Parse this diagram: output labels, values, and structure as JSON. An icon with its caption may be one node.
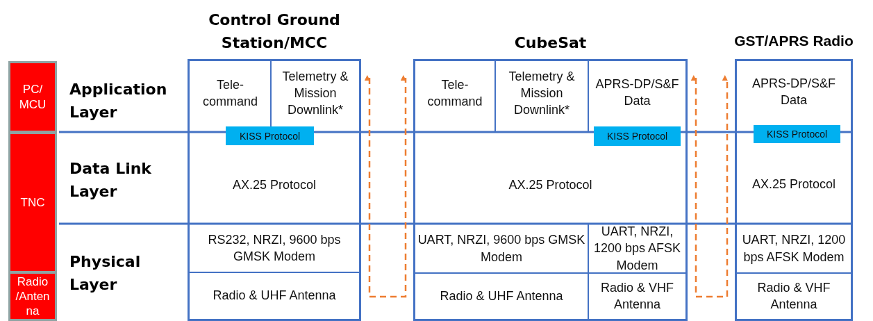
{
  "diagram": {
    "nodes": [
      {
        "text": [
          "PC/ MCU"
        ]
      },
      {
        "text": [
          "TNC"
        ]
      },
      {
        "text": [
          "Radio /Antenna"
        ]
      },
      {
        "text": [
          "Control Ground Station/MCC"
        ]
      },
      {
        "text": [
          "Tele-command"
        ],
        "in": 3
      },
      {
        "text": [
          "Telemetry & Mission Downlink*"
        ],
        "in": 3
      },
      {
        "text": [
          "KISS Protocol"
        ],
        "in": 3
      },
      {
        "text": [
          "AX.25 Protocol"
        ],
        "in": 3
      },
      {
        "text": [
          "RS232, NRZI, 9600 bps GMSK Modem"
        ],
        "in": 3
      },
      {
        "text": [
          "Radio & UHF Antenna"
        ],
        "in": 3
      },
      {
        "text": [
          "CubeSat"
        ]
      },
      {
        "text": [
          "Tele-command"
        ],
        "in": 10
      },
      {
        "text": [
          "Telemetry & Mission Downlink*"
        ],
        "in": 10
      },
      {
        "text": [
          "APRS-DP/S&F Data"
        ],
        "in": 10
      },
      {
        "text": [
          "KISS Protocol"
        ],
        "in": 10
      },
      {
        "text": [
          "AX.25 Protocol"
        ],
        "in": 10
      },
      {
        "text": [
          "UART, NRZI, 9600 bps GMSK Modem"
        ],
        "in": 10
      },
      {
        "text": [
          "UART, NRZI, 1200 bps AFSK Modem"
        ],
        "in": 10
      },
      {
        "text": [
          "Radio & UHF Antenna"
        ],
        "in": 10
      },
      {
        "text": [
          "Radio & VHF Antenna"
        ],
        "in": 10
      },
      {
        "text": [
          "GST/APRS Radio"
        ]
      },
      {
        "text": [
          "APRS-DP/S&F Data"
        ],
        "in": 20
      },
      {
        "text": [
          "KISS Protocol"
        ],
        "in": 20
      },
      {
        "text": [
          "AX.25 Protocol"
        ],
        "in": 20
      },
      {
        "text": [
          "UART, NRZI, 1200 bps AFSK Modem"
        ],
        "in": 20
      },
      {
        "text": [
          "Radio & VHF Antenna"
        ],
        "in": 20
      }
    ],
    "edges": [
      {
        "from": 3,
        "to": 10,
        "arrow": "both",
        "style": "dashed",
        "color": "#ed7d31"
      },
      {
        "from": 10,
        "to": 20,
        "arrow": "both",
        "style": "dashed",
        "color": "#ed7d31"
      }
    ],
    "labels": [
      "Application Layer",
      "Data Link Layer",
      "Physical Layer"
    ]
  }
}
